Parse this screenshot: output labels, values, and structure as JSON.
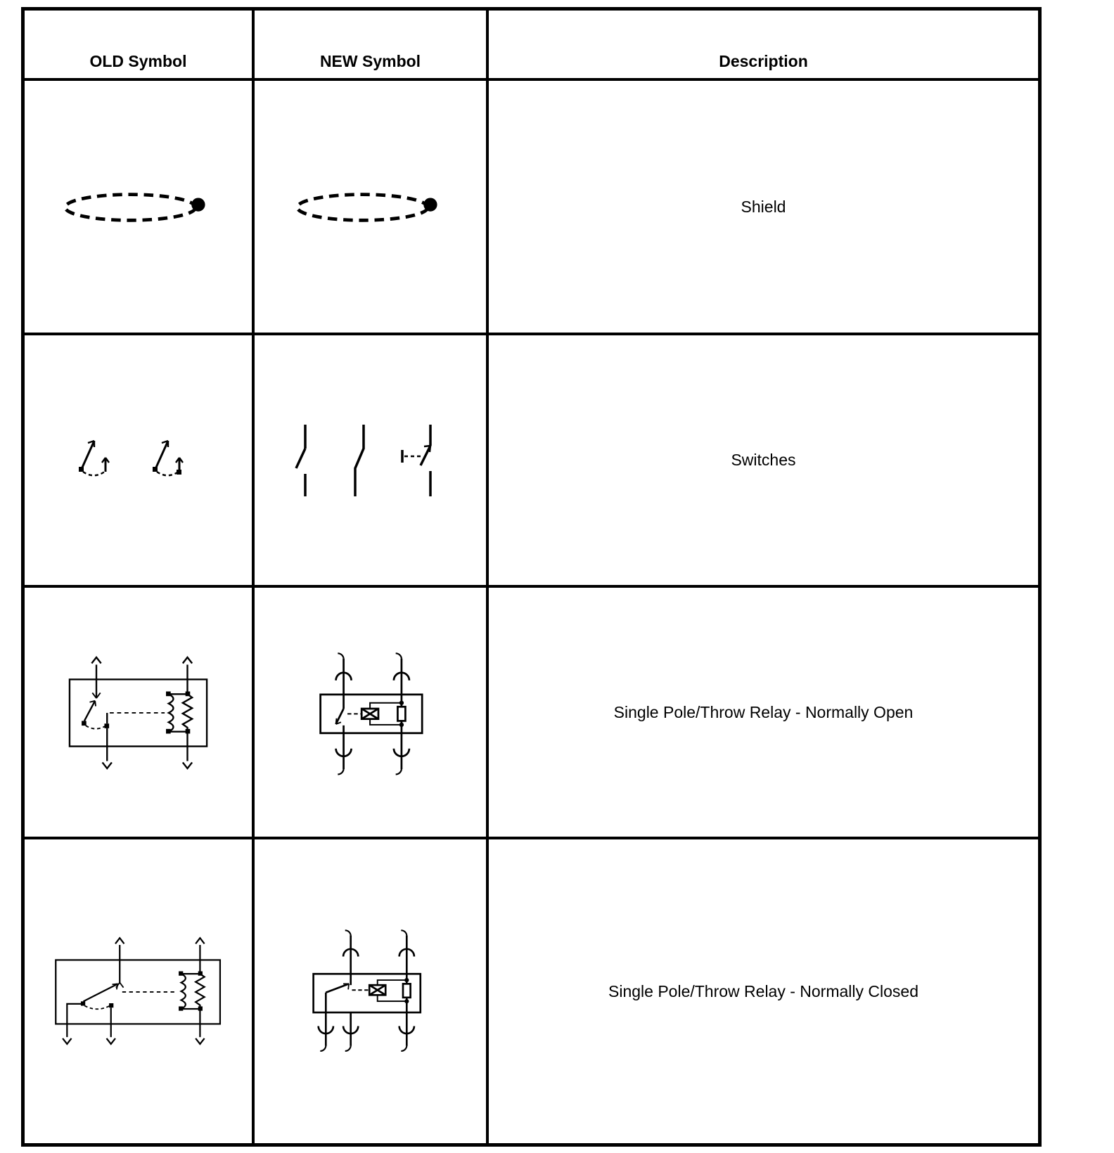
{
  "page": {
    "background": "#ffffff"
  },
  "colors": {
    "line": "#000000",
    "text": "#000000"
  },
  "table": {
    "headers": {
      "old": "OLD Symbol",
      "new": "NEW Symbol",
      "description": "Description"
    },
    "rows": [
      {
        "description": "Shield",
        "old_icon": "shield-old-symbol",
        "new_icon": "shield-new-symbol"
      },
      {
        "description": "Switches",
        "old_icon": "switches-old-symbol",
        "new_icon": "switches-new-symbol"
      },
      {
        "description": "Single Pole/Throw Relay - Normally Open",
        "old_icon": "relay-normally-open-old-symbol",
        "new_icon": "relay-normally-open-new-symbol"
      },
      {
        "description": "Single Pole/Throw Relay - Normally Closed",
        "old_icon": "relay-normally-closed-old-symbol",
        "new_icon": "relay-normally-closed-new-symbol"
      }
    ]
  }
}
